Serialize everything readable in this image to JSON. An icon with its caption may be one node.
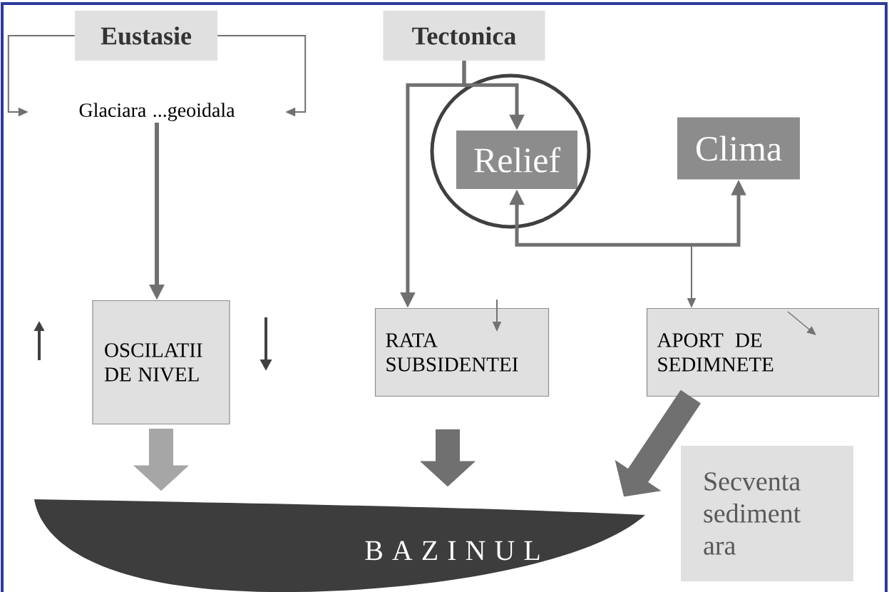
{
  "diagram": {
    "nodes": [
      {
        "text": [
          "Eustasie"
        ]
      },
      {
        "text": [
          "Tectonica"
        ]
      },
      {
        "text": [
          "Glaciara ...geoidala"
        ]
      },
      {
        "text": [
          "Relief"
        ]
      },
      {
        "text": [
          "Clima"
        ]
      },
      {
        "text": [
          "OSCILATII DE NIVEL"
        ]
      },
      {
        "text": [
          "RATA SUBSIDENTEI"
        ]
      },
      {
        "text": [
          "APORT DE SEDIMNETE"
        ]
      },
      {
        "text": [
          "B A Z I N U L"
        ]
      },
      {
        "text": [
          "Secventa sediment ara"
        ]
      }
    ],
    "edges": [
      {
        "from": 0,
        "to": 2,
        "arrow": "to"
      },
      {
        "from": 0,
        "to": 2,
        "arrow": "to"
      },
      {
        "from": 2,
        "to": 5,
        "arrow": "to"
      },
      {
        "from": 1,
        "to": 3,
        "arrow": "to"
      },
      {
        "from": 1,
        "to": 6,
        "arrow": "to"
      },
      {
        "from": 3,
        "to": 4,
        "arrow": "both"
      },
      {
        "from": null,
        "to": 7,
        "arrow": "to"
      },
      {
        "from": 5,
        "to": 8,
        "arrow": "to",
        "style": "thick",
        "color": "#a6a6a6"
      },
      {
        "from": 6,
        "to": 8,
        "arrow": "to",
        "style": "thick"
      },
      {
        "from": 7,
        "to": 8,
        "arrow": "to",
        "style": "thick"
      }
    ]
  }
}
